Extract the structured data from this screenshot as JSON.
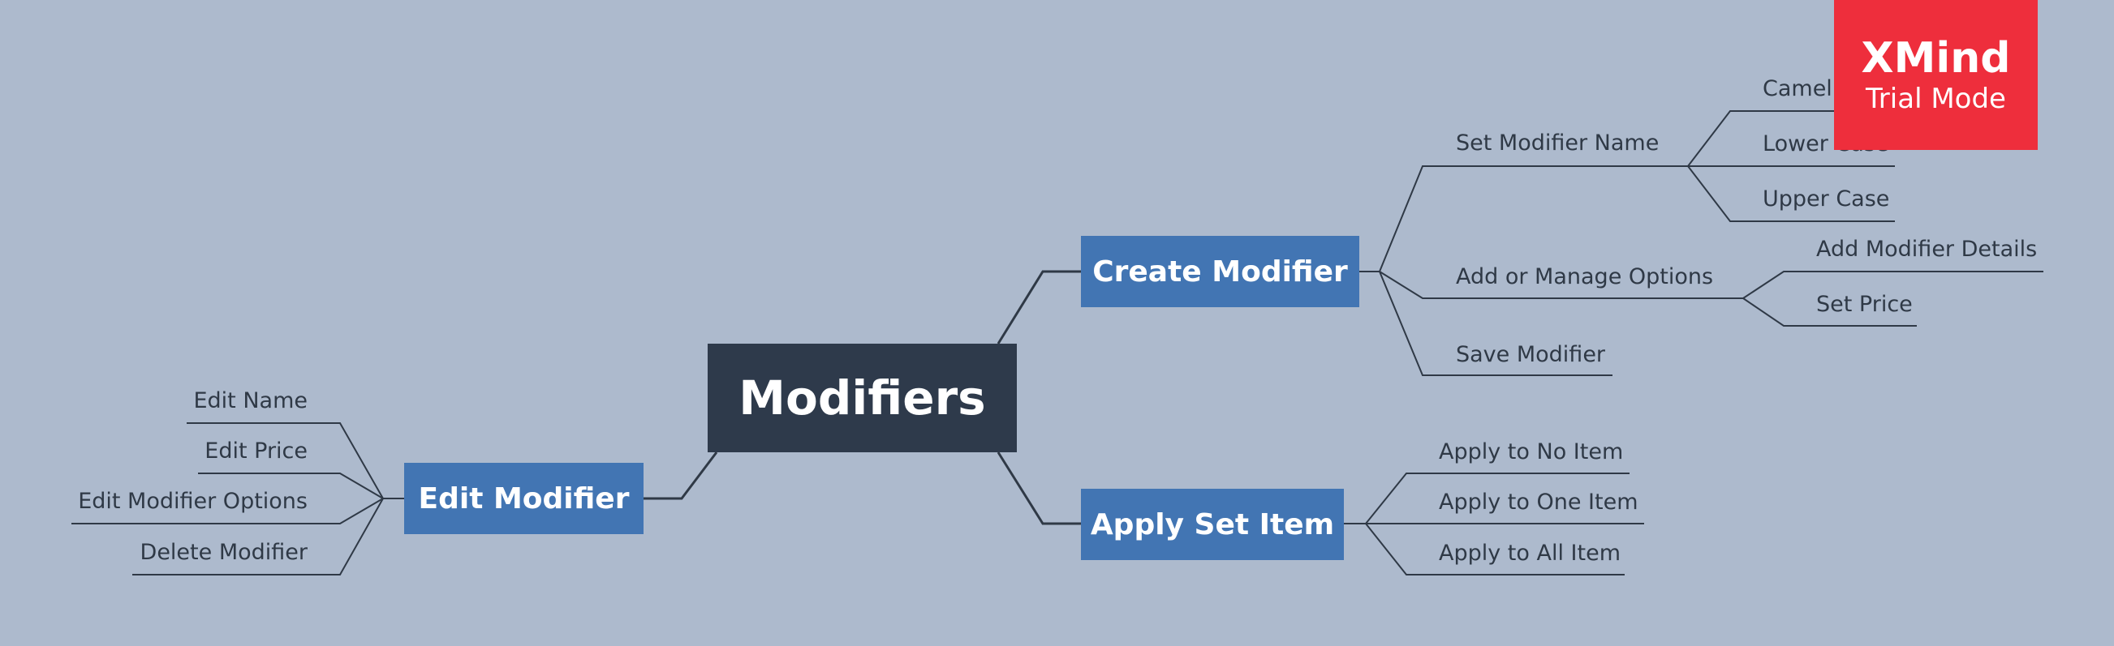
{
  "root": "Modifiers",
  "branches": {
    "create": {
      "label": "Create Modifier",
      "set_name": {
        "label": "Set Modifier Name",
        "children": [
          "Camel Case",
          "Lower Case",
          "Upper Case"
        ]
      },
      "options": {
        "label": "Add or Manage Options",
        "children": [
          "Add Modifier Details",
          "Set Price"
        ]
      },
      "save": "Save Modifier"
    },
    "apply": {
      "label": "Apply Set Item",
      "children": [
        "Apply to No Item",
        "Apply to One Item",
        "Apply to All Item"
      ]
    },
    "edit": {
      "label": "Edit Modifier",
      "children": [
        "Edit Name",
        "Edit Price",
        "Edit Modifier Options",
        "Delete Modifier"
      ]
    }
  },
  "watermark": {
    "title": "XMind",
    "subtitle": "Trial Mode"
  },
  "colors": {
    "background": "#adbacd",
    "root": "#2e3a4b",
    "main_topic": "#4275b3",
    "line": "#2f3946",
    "watermark": "#ee2e3c"
  }
}
